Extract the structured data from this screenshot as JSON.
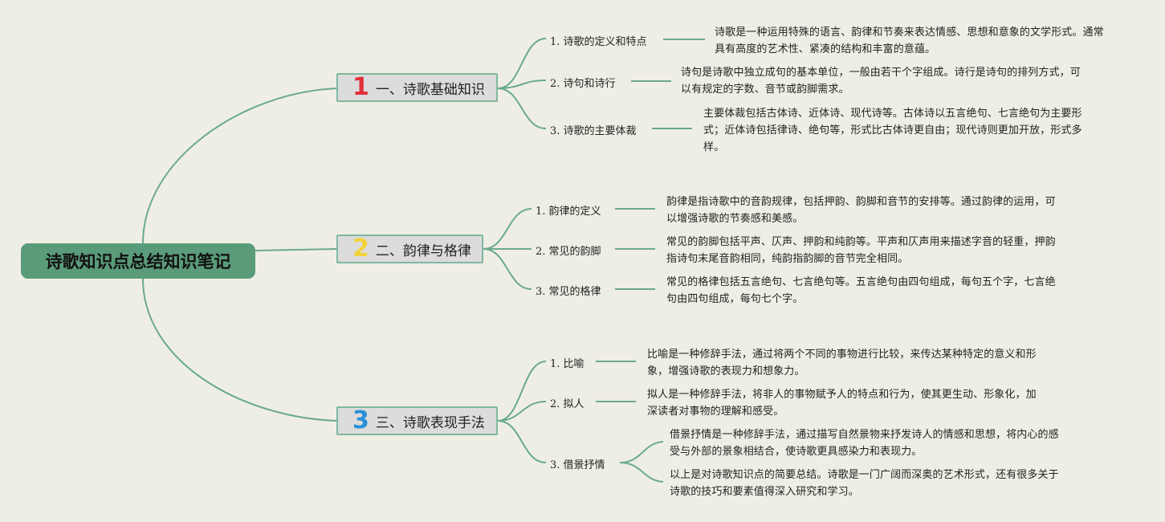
{
  "title": "诗歌知识点总结知识笔记",
  "colors": {
    "background": "#efeee5",
    "root": "#5a9b79",
    "line": "#6aaa8c",
    "num1": "#e0303a",
    "num2": "#f2d23a",
    "num3": "#2a8fd8"
  },
  "branches": [
    {
      "num": "1",
      "label": "一、诗歌基础知识",
      "items": [
        {
          "label": "1. 诗歌的定义和特点",
          "desc": "诗歌是一种运用特殊的语言、韵律和节奏来表达情感、思想和意象的文学形式。通常具有高度的艺术性、紧凑的结构和丰富的意蕴。"
        },
        {
          "label": "2. 诗句和诗行",
          "desc": "诗句是诗歌中独立成句的基本单位，一般由若干个字组成。诗行是诗句的排列方式，可以有规定的字数、音节或韵脚需求。"
        },
        {
          "label": "3. 诗歌的主要体裁",
          "desc": "主要体裁包括古体诗、近体诗、现代诗等。古体诗以五言绝句、七言绝句为主要形式；近体诗包括律诗、绝句等，形式比古体诗更自由；现代诗则更加开放，形式多样。"
        }
      ]
    },
    {
      "num": "2",
      "label": "二、韵律与格律",
      "items": [
        {
          "label": "1. 韵律的定义",
          "desc": "韵律是指诗歌中的音韵规律，包括押韵、韵脚和音节的安排等。通过韵律的运用，可以增强诗歌的节奏感和美感。"
        },
        {
          "label": "2. 常见的韵脚",
          "desc": "常见的韵脚包括平声、仄声、押韵和纯韵等。平声和仄声用来描述字音的轻重，押韵指诗句末尾音韵相同，纯韵指韵脚的音节完全相同。"
        },
        {
          "label": "3. 常见的格律",
          "desc": "常见的格律包括五言绝句、七言绝句等。五言绝句由四句组成，每句五个字，七言绝句由四句组成，每句七个字。"
        }
      ]
    },
    {
      "num": "3",
      "label": "三、诗歌表现手法",
      "items": [
        {
          "label": "1. 比喻",
          "desc": "比喻是一种修辞手法，通过将两个不同的事物进行比较，来传达某种特定的意义和形象，增强诗歌的表现力和想象力。"
        },
        {
          "label": "2. 拟人",
          "desc": "拟人是一种修辞手法，将非人的事物赋予人的特点和行为，使其更生动、形象化，加深读者对事物的理解和感受。"
        },
        {
          "label": "3. 借景抒情",
          "desc": "借景抒情是一种修辞手法，通过描写自然景物来抒发诗人的情感和思想，将内心的感受与外部的景象相结合，使诗歌更具感染力和表现力。",
          "desc2": "以上是对诗歌知识点的简要总结。诗歌是一门广阔而深奥的艺术形式，还有很多关于诗歌的技巧和要素值得深入研究和学习。"
        }
      ]
    }
  ]
}
